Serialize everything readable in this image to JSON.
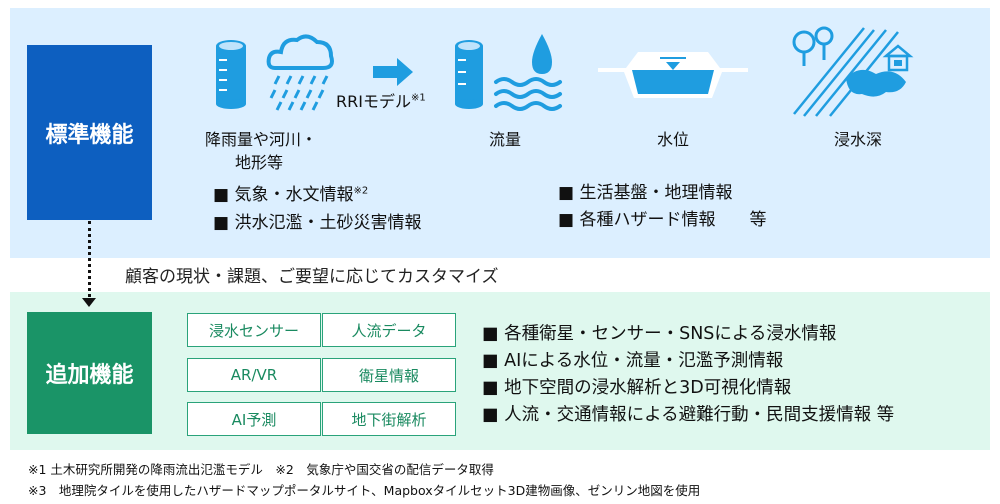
{
  "standard": {
    "title": "標準機能",
    "model_label": "RRIモデル",
    "model_note": "※1",
    "icon_labels": {
      "rain_line1": "降雨量や河川・",
      "rain_line2": "地形等",
      "flow": "流量",
      "level": "水位",
      "depth": "浸水深"
    },
    "bullets_left": [
      {
        "text": "■ 気象・水文情報",
        "note": "※2"
      },
      {
        "text": "■ 洪水氾濫・土砂災害情報",
        "note": ""
      }
    ],
    "bullets_right": [
      "■ 生活基盤・地理情報",
      "■ 各種ハザード情報　　等"
    ]
  },
  "customize_text": "顧客の現状・課題、ご要望に応じてカスタマイズ",
  "additional": {
    "title": "追加機能",
    "tags": [
      "浸水センサー",
      "人流データ",
      "AR/VR",
      "衛星情報",
      "AI予測",
      "地下街解析"
    ],
    "bullets": [
      "■ 各種衛星・センサー・SNSによる浸水情報",
      "■ AIによる水位・流量・氾濫予測情報",
      "■ 地下空間の浸水解析と3D可視化情報",
      "■ 人流・交通情報による避難行動・民間支援情報 等"
    ]
  },
  "footnotes": [
    "※1 土木研究所開発の降雨流出氾濫モデル　※2　気象庁や国交省の配信データ取得",
    "※3　地理院タイルを使用したハザードマップポータルサイト、Mapboxタイルセット3D建物画像、ゼンリン地図を使用"
  ],
  "colors": {
    "standard_bg": "#dcefff",
    "standard_box": "#0d5fc0",
    "additional_bg": "#dff8ee",
    "additional_box": "#1a9467",
    "icon_blue": "#1f9de0"
  },
  "icons": [
    "rain-gauge-icon",
    "rain-cloud-icon",
    "arrow-right-icon",
    "flow-gauge-icon",
    "water-drop-icon",
    "water-level-icon",
    "flood-depth-icon"
  ]
}
